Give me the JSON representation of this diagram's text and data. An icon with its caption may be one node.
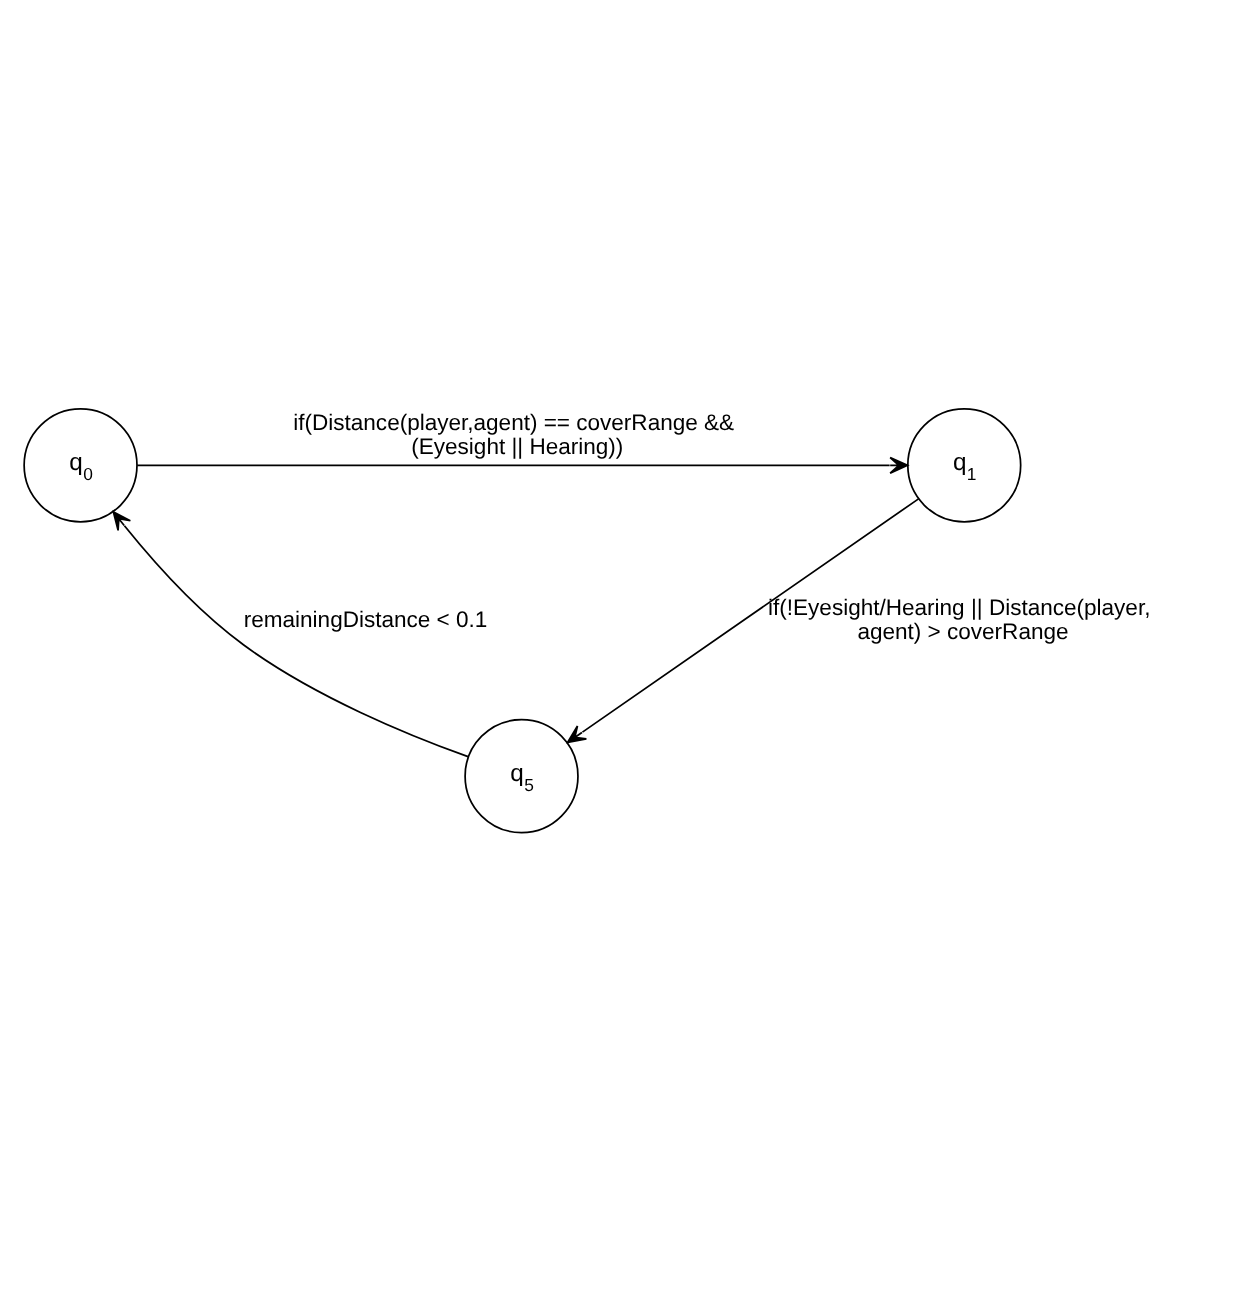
{
  "diagram": {
    "nodes": [
      {
        "text": [
          "q$_{0}$"
        ]
      },
      {
        "text": [
          "q$_{1}$"
        ]
      },
      {
        "text": [
          "q$_{5}$"
        ]
      }
    ],
    "edges": [
      {
        "from": 0,
        "to": 1,
        "arrow": "to",
        "label": "if(Distance(player,agent) == coverRange && (Eyesight || Hearing))"
      },
      {
        "from": 1,
        "to": 2,
        "arrow": "to",
        "label": "if(!Eyesight/Hearing || Distance(player, agent) > coverRange"
      },
      {
        "from": 2,
        "to": 0,
        "arrow": "to",
        "label": "remainingDistance < 0.1"
      }
    ]
  }
}
